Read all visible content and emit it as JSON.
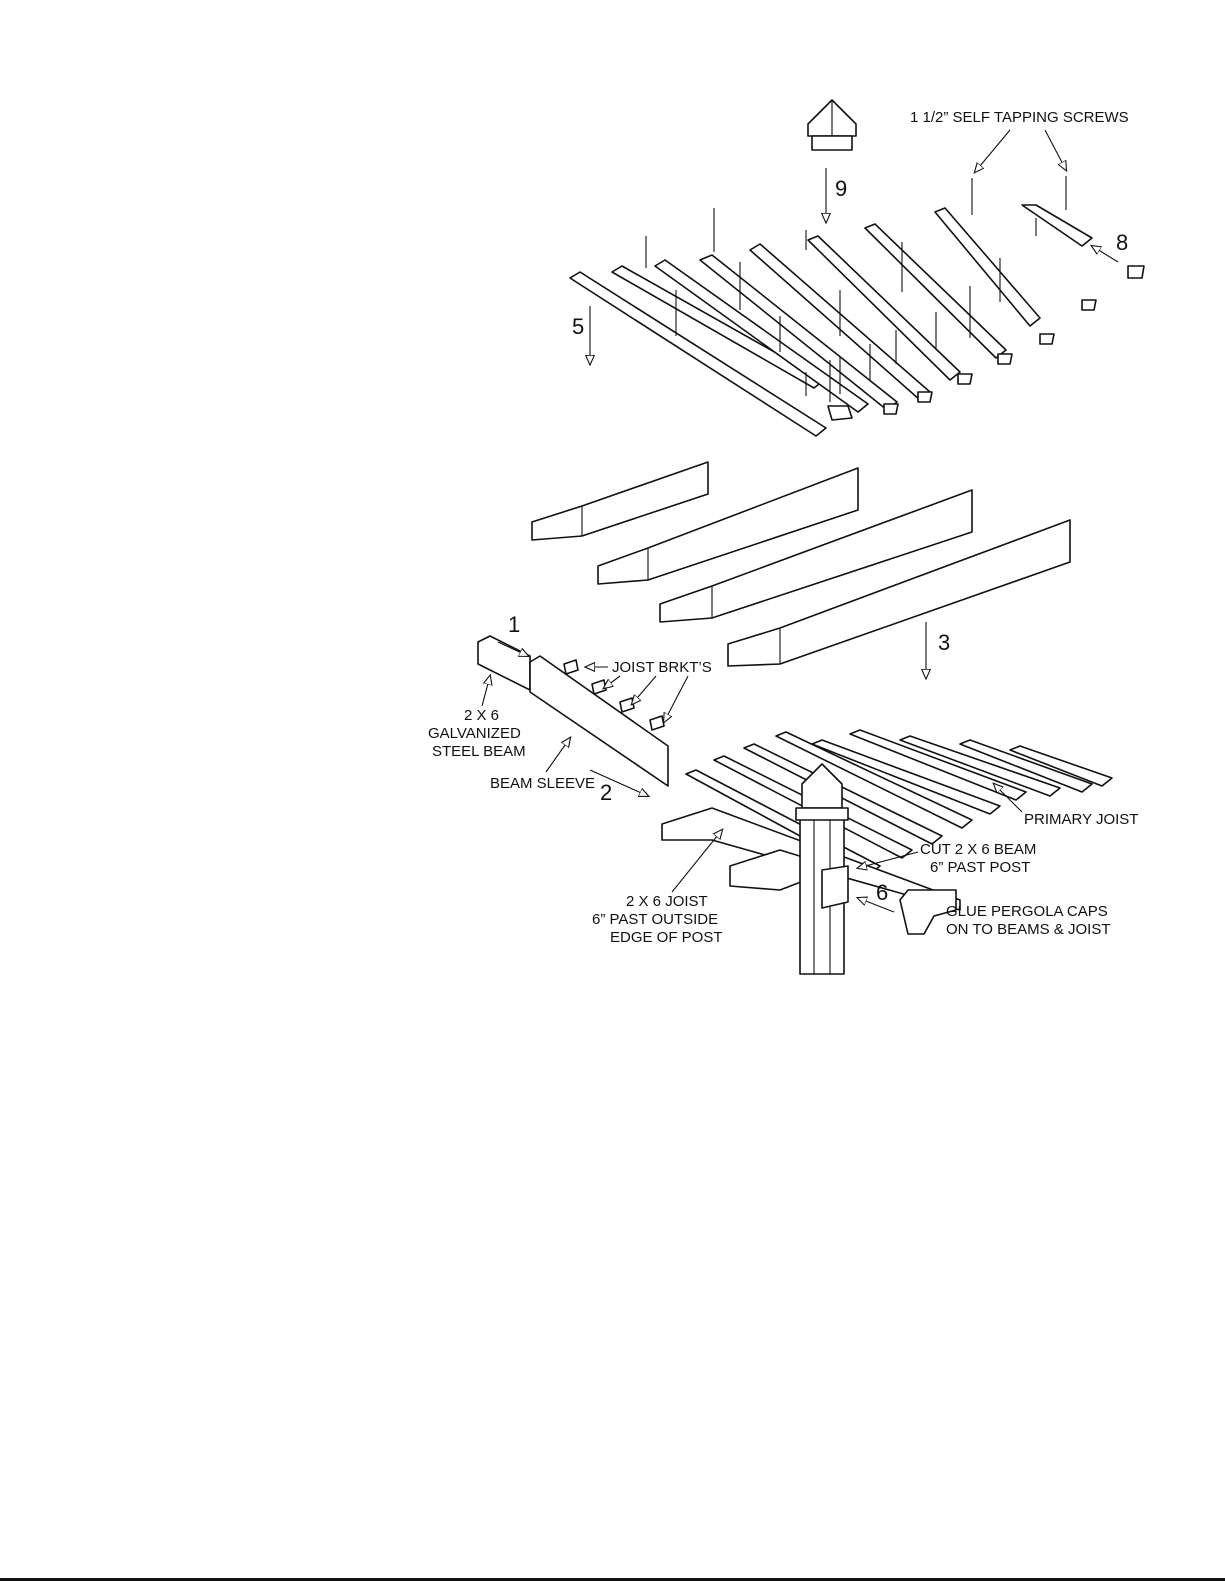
{
  "labels": {
    "screws": "1 1/2” SELF TAPPING SCREWS",
    "joist_brackets": "JOIST BRKT’S",
    "steel_beam_line1": "2 X 6",
    "steel_beam_line2": "GALVANIZED",
    "steel_beam_line3": "STEEL BEAM",
    "beam_sleeve": "BEAM SLEEVE",
    "primary_joist": "PRIMARY JOIST",
    "cut_beam_line1": "CUT 2 X 6 BEAM",
    "cut_beam_line2": "6” PAST POST",
    "joist_line1": "2 X 6 JOIST",
    "joist_line2": "6” PAST OUTSIDE",
    "joist_line3": "EDGE OF POST",
    "glue_line1": "GLUE PERGOLA CAPS",
    "glue_line2": "ON TO BEAMS & JOIST"
  },
  "steps": {
    "s1": "1",
    "s2": "2",
    "s3": "3",
    "s5": "5",
    "s6": "6",
    "s8": "8",
    "s9": "9"
  }
}
